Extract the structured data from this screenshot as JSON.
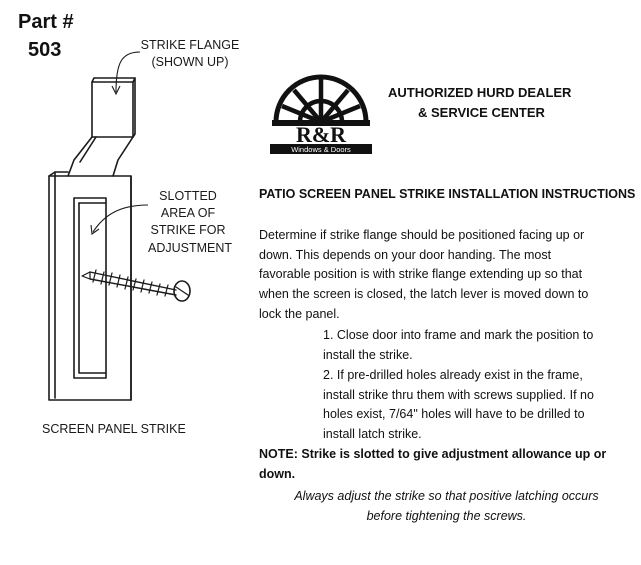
{
  "part": {
    "label": "Part #",
    "number": "503"
  },
  "diagram": {
    "flange_callout": [
      "STRIKE FLANGE",
      "(SHOWN UP)"
    ],
    "slot_callout": [
      "SLOTTED",
      "AREA OF",
      "STRIKE FOR",
      "ADJUSTMENT"
    ],
    "caption": "SCREEN PANEL STRIKE"
  },
  "logo": {
    "name": "R&R",
    "subtitle": "Windows & Doors"
  },
  "dealer": {
    "line1": "AUTHORIZED HURD DEALER",
    "line2": "& SERVICE CENTER"
  },
  "instructions": {
    "heading": "PATIO SCREEN PANEL STRIKE INSTALLATION INSTRUCTIONS",
    "intro_lines": [
      "Determine if strike flange should be positioned facing up or",
      "down.  This depends on your door handing.  The most",
      "favorable position is with strike flange extending up so that",
      "when the screen is closed, the latch lever is moved down to",
      "lock the panel."
    ],
    "step1_lines": [
      "1.  Close door into frame and mark the position to",
      "install the strike."
    ],
    "step2_lines": [
      "2.  If pre-drilled holes already exist in the frame,",
      "install strike thru them with screws supplied.  If no",
      "holes exist, 7/64\" holes will have to be drilled to",
      "install latch strike."
    ],
    "note_lines": [
      "NOTE:  Strike is slotted to give adjustment allowance up or",
      "down."
    ],
    "closing_lines": [
      "Always adjust the strike so that positive latching occurs",
      "before tightening the screws."
    ]
  }
}
